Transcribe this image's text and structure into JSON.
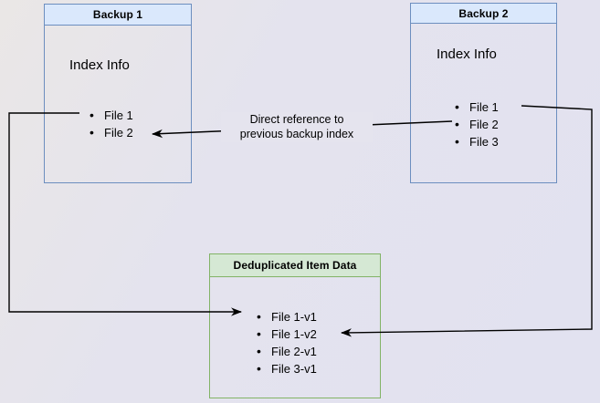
{
  "boxes": {
    "backup1": {
      "title": "Backup 1",
      "label": "Index Info",
      "files": [
        "File 1",
        "File 2"
      ]
    },
    "backup2": {
      "title": "Backup 2",
      "label": "Index Info",
      "files": [
        "File 1",
        "File 2",
        "File 3"
      ]
    },
    "dedup": {
      "title": "Deduplicated Item Data",
      "files": [
        "File 1-v1",
        "File 1-v2",
        "File 2-v1",
        "File 3-v1"
      ]
    }
  },
  "annotation": {
    "line1": "Direct reference to",
    "line2": "previous backup index"
  },
  "colors": {
    "blue_fill": "#dae8fc",
    "blue_border": "#6c8ebf",
    "green_fill": "#d5e8d4",
    "green_border": "#82b366",
    "arrow": "#000000",
    "label_bg": "#e5e4ee",
    "bg_a": "#eae7e6",
    "bg_c": "#e2e2f0"
  }
}
